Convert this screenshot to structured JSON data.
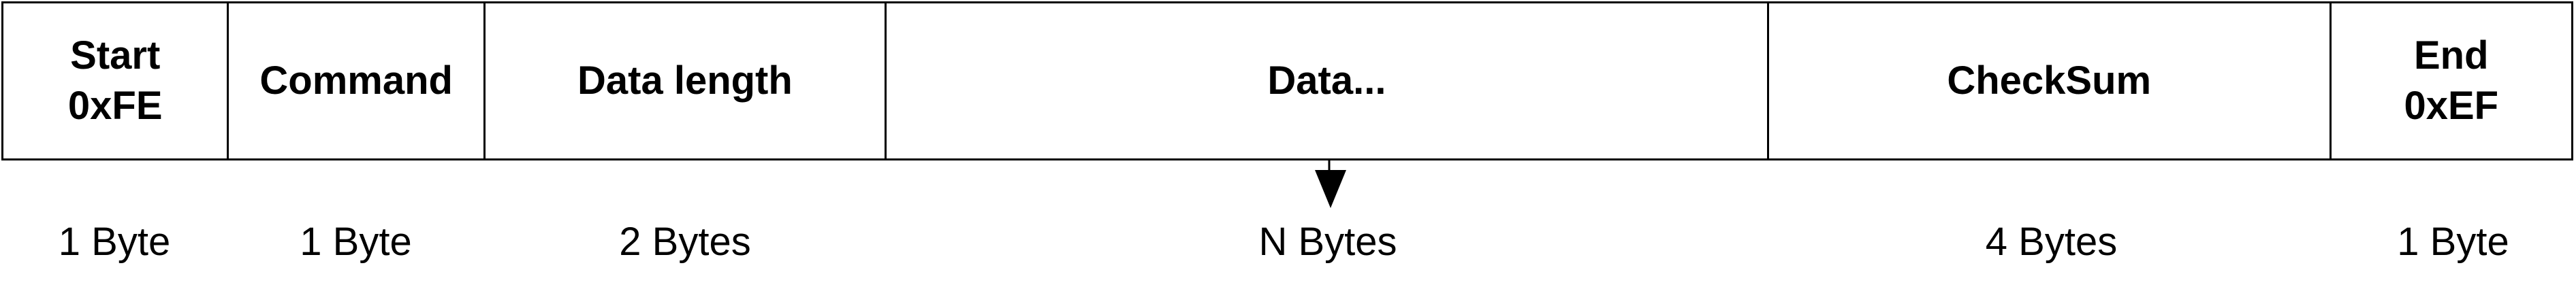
{
  "fields": [
    {
      "label": "Start\n0xFE",
      "size": "1 Byte"
    },
    {
      "label": "Command",
      "size": "1 Byte"
    },
    {
      "label": "Data length",
      "size": "2 Bytes"
    },
    {
      "label": "Data...",
      "size": "N Bytes"
    },
    {
      "label": "CheckSum",
      "size": "4 Bytes"
    },
    {
      "label": "End\n0xEF",
      "size": "1 Byte"
    }
  ],
  "colors": {
    "line": "#000000",
    "background": "#ffffff"
  }
}
